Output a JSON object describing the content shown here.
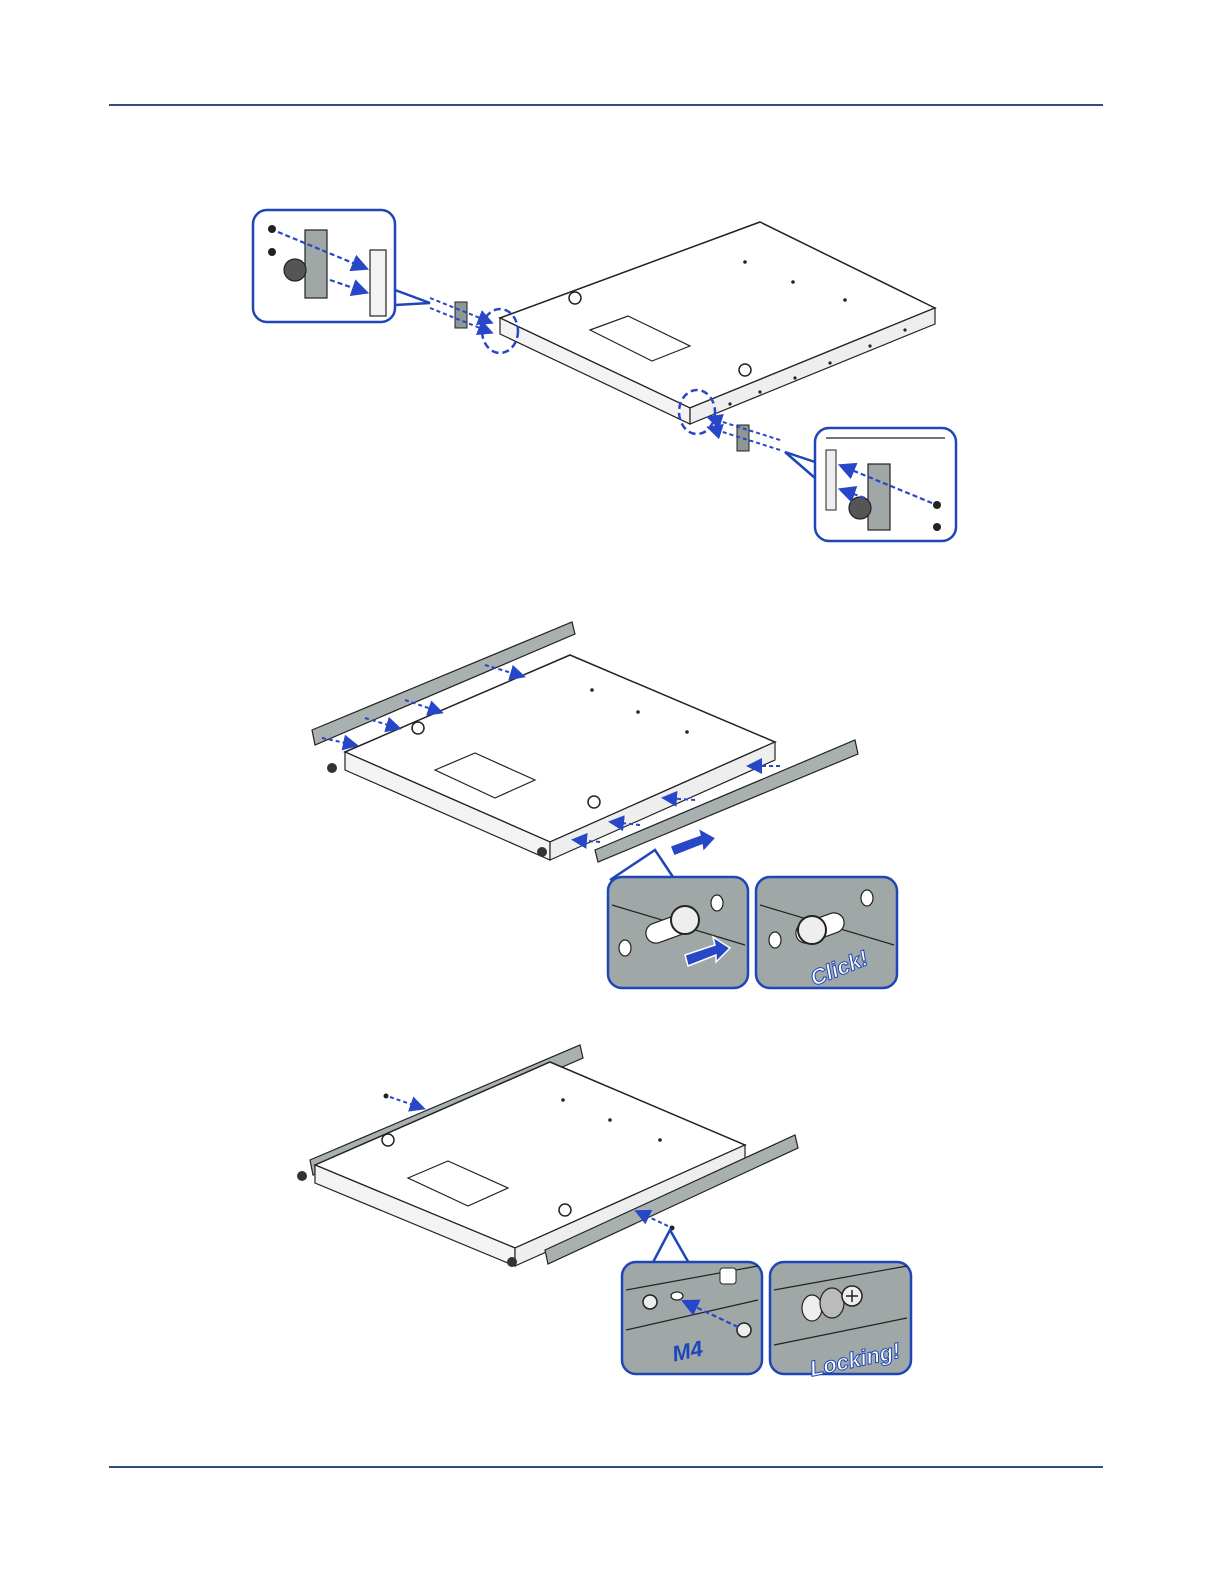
{
  "figures": {
    "fig2": {
      "callout_text": "Click!"
    },
    "fig3": {
      "callout_screw_size": "M4",
      "callout_text": "Locking!"
    }
  },
  "colors": {
    "rule": "#2b4f7e",
    "callout_border": "#1f46b8",
    "arrow": "#2747c8",
    "label": "#1f46b8",
    "metal": "#9fa8a7",
    "outline": "#222222"
  }
}
